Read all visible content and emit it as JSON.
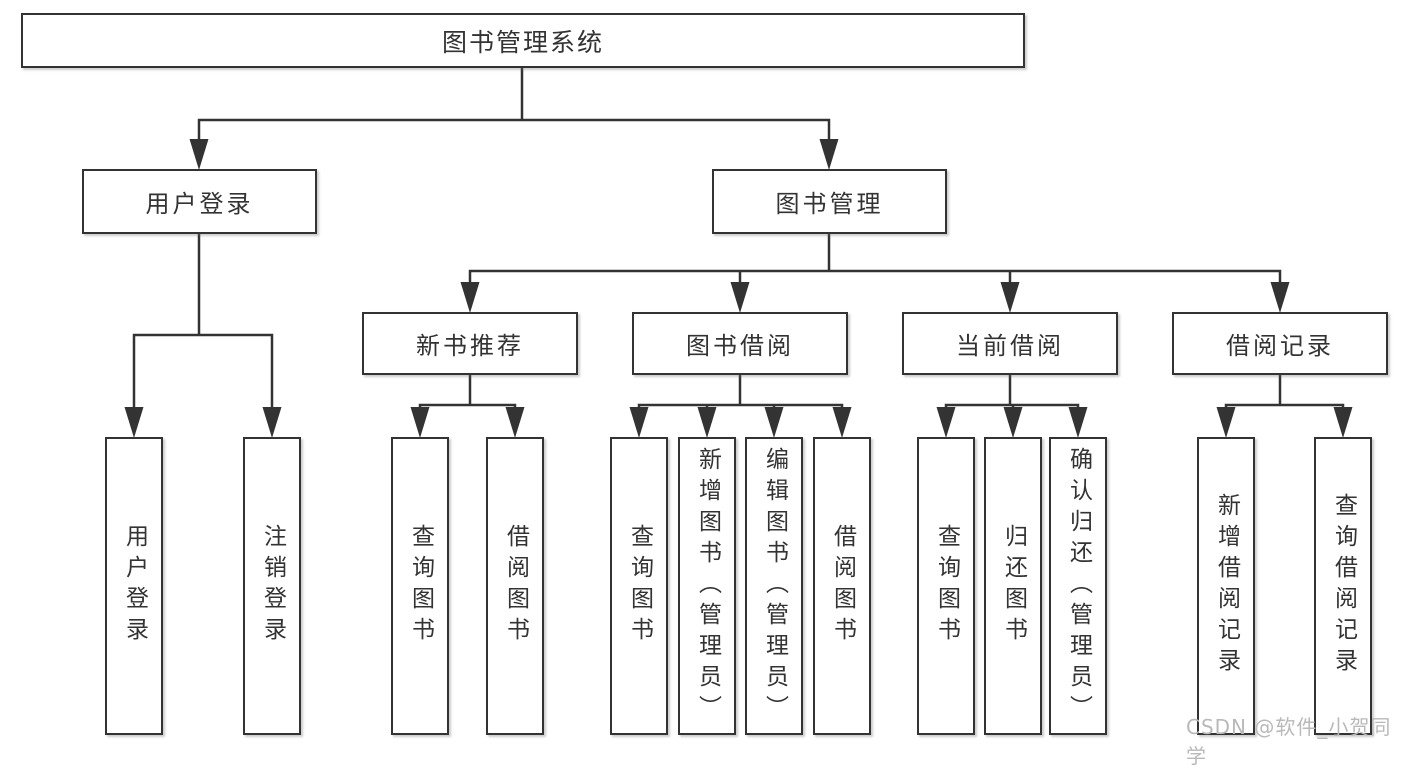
{
  "diagram_title": "图书管理系统",
  "colors": {
    "line": "#333333",
    "box_border": "#333333",
    "text": "#333333",
    "background": "#ffffff",
    "watermark": "#b9b9b9"
  },
  "nodes": {
    "root": {
      "label": "图书管理系统"
    },
    "level2": [
      {
        "label": "用户登录"
      },
      {
        "label": "图书管理"
      }
    ],
    "level3": [
      {
        "label": "新书推荐"
      },
      {
        "label": "图书借阅"
      },
      {
        "label": "当前借阅"
      },
      {
        "label": "借阅记录"
      }
    ],
    "leaves": [
      {
        "label": "用户登录"
      },
      {
        "label": "注销登录"
      },
      {
        "label": "查询图书"
      },
      {
        "label": "借阅图书"
      },
      {
        "label": "查询图书"
      },
      {
        "label": "新增图书（管理员）"
      },
      {
        "label": "编辑图书（管理员）"
      },
      {
        "label": "借阅图书"
      },
      {
        "label": "查询图书"
      },
      {
        "label": "归还图书"
      },
      {
        "label": "确认归还（管理员）"
      },
      {
        "label": "新增借阅记录"
      },
      {
        "label": "查询借阅记录"
      }
    ]
  },
  "watermark": "CSDN @软件_小贺同学"
}
